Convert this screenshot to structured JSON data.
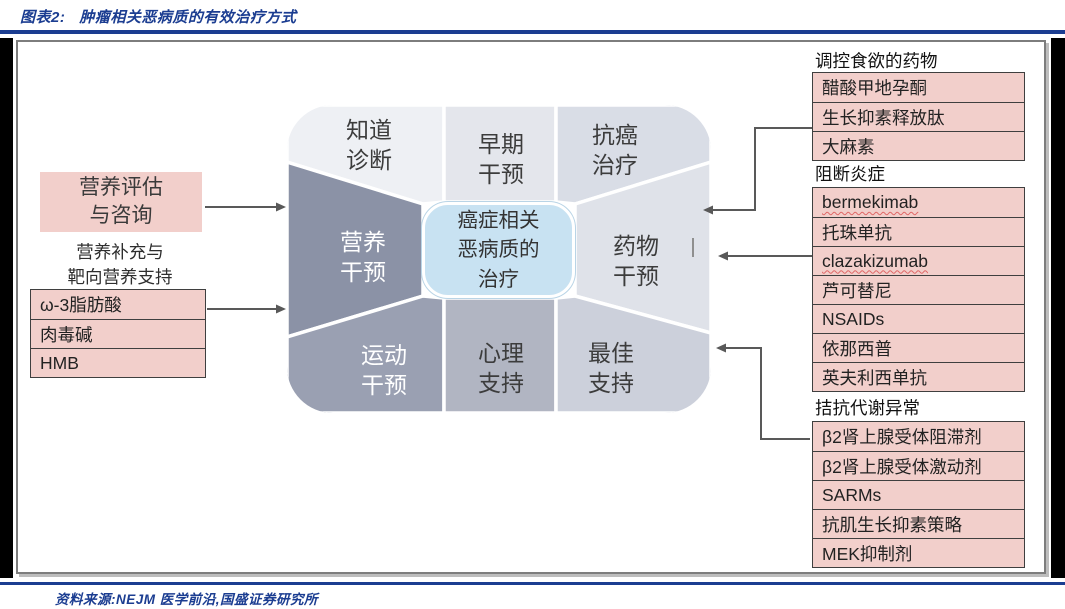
{
  "title": {
    "prefix": "图表2:",
    "text": "肿瘤相关恶病质的有效治疗方式"
  },
  "source": {
    "text": "资料来源:NEJM 医学前沿,国盛证券研究所"
  },
  "left": {
    "assessment_box": "营养评估\n与咨询",
    "note": "营养补充与\n靶向营养支持",
    "items": [
      "ω-3脂肪酸",
      "肉毒碱",
      "HMB"
    ]
  },
  "center": {
    "core_text": "癌症相关\n恶病质的\n治疗",
    "segments": [
      {
        "id": "know-diagnosis",
        "label": "知道\n诊断",
        "color": "#eef0f4"
      },
      {
        "id": "early-intervention",
        "label": "早期\n干预",
        "color": "#e4e6ec"
      },
      {
        "id": "anticancer-therapy",
        "label": "抗癌\n治疗",
        "color": "#d9dde6"
      },
      {
        "id": "nutrition-intervention",
        "label": "营养\n干预",
        "color": "#8b92a6"
      },
      {
        "id": "drug-intervention",
        "label": "药物\n干预",
        "color": "#dfe2e9"
      },
      {
        "id": "exercise-intervention",
        "label": "运动\n干预",
        "color": "#9aa0b2"
      },
      {
        "id": "psychological-support",
        "label": "心理\n支持",
        "color": "#b1b5c2"
      },
      {
        "id": "best-support",
        "label": "最佳\n支持",
        "color": "#ccd0db"
      }
    ]
  },
  "right": {
    "groups": [
      {
        "title": "调控食欲的药物",
        "items": [
          "醋酸甲地孕酮",
          "生长抑素释放肽",
          "大麻素"
        ]
      },
      {
        "title": "阻断炎症",
        "items": [
          "bermekimab",
          "托珠单抗",
          "clazakizumab",
          "芦可替尼",
          "NSAIDs",
          "依那西普",
          "英夫利西单抗"
        ]
      },
      {
        "title": "拮抗代谢异常",
        "items": [
          "β2肾上腺受体阻滞剂",
          "β2肾上腺受体激动剂",
          "SARMs",
          "抗肌生长抑素策略",
          "MEK抑制剂"
        ]
      }
    ]
  },
  "colors": {
    "accent_navy": "#1b3d91",
    "pink_fill": "#f2cfcb",
    "core_bg": "#c8e2f2",
    "arrow": "#595959",
    "row_border": "#3f3f3f"
  }
}
